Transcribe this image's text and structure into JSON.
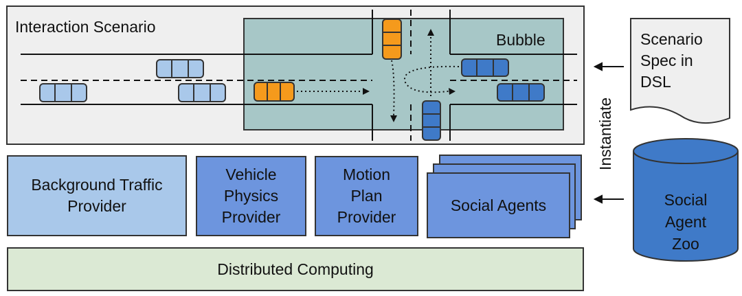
{
  "scenario": {
    "title": "Interaction Scenario",
    "bubble_label": "Bubble"
  },
  "spec": {
    "label_lines": [
      "Scenario",
      "Spec in",
      "DSL"
    ]
  },
  "instantiate_label": "Instantiate",
  "zoo": {
    "label_lines": [
      "Social",
      "Agent",
      "Zoo"
    ]
  },
  "providers": {
    "background_traffic": [
      "Background Traffic",
      "Provider"
    ],
    "vehicle_physics": [
      "Vehicle",
      "Physics",
      "Provider"
    ],
    "motion_plan": [
      "Motion",
      "Plan",
      "Provider"
    ],
    "social_agents": "Social Agents"
  },
  "computing": {
    "label": "Distributed Computing"
  },
  "colors": {
    "light_blue": "#a9c8ea",
    "mid_blue": "#6d95de",
    "dark_blue": "#3f7ac8",
    "orange": "#f59a1c",
    "bubble_fill": "#a7c7c7",
    "scenario_fill": "#efefef",
    "green_fill": "#dbe9d4",
    "doc_fill": "#efefef"
  }
}
